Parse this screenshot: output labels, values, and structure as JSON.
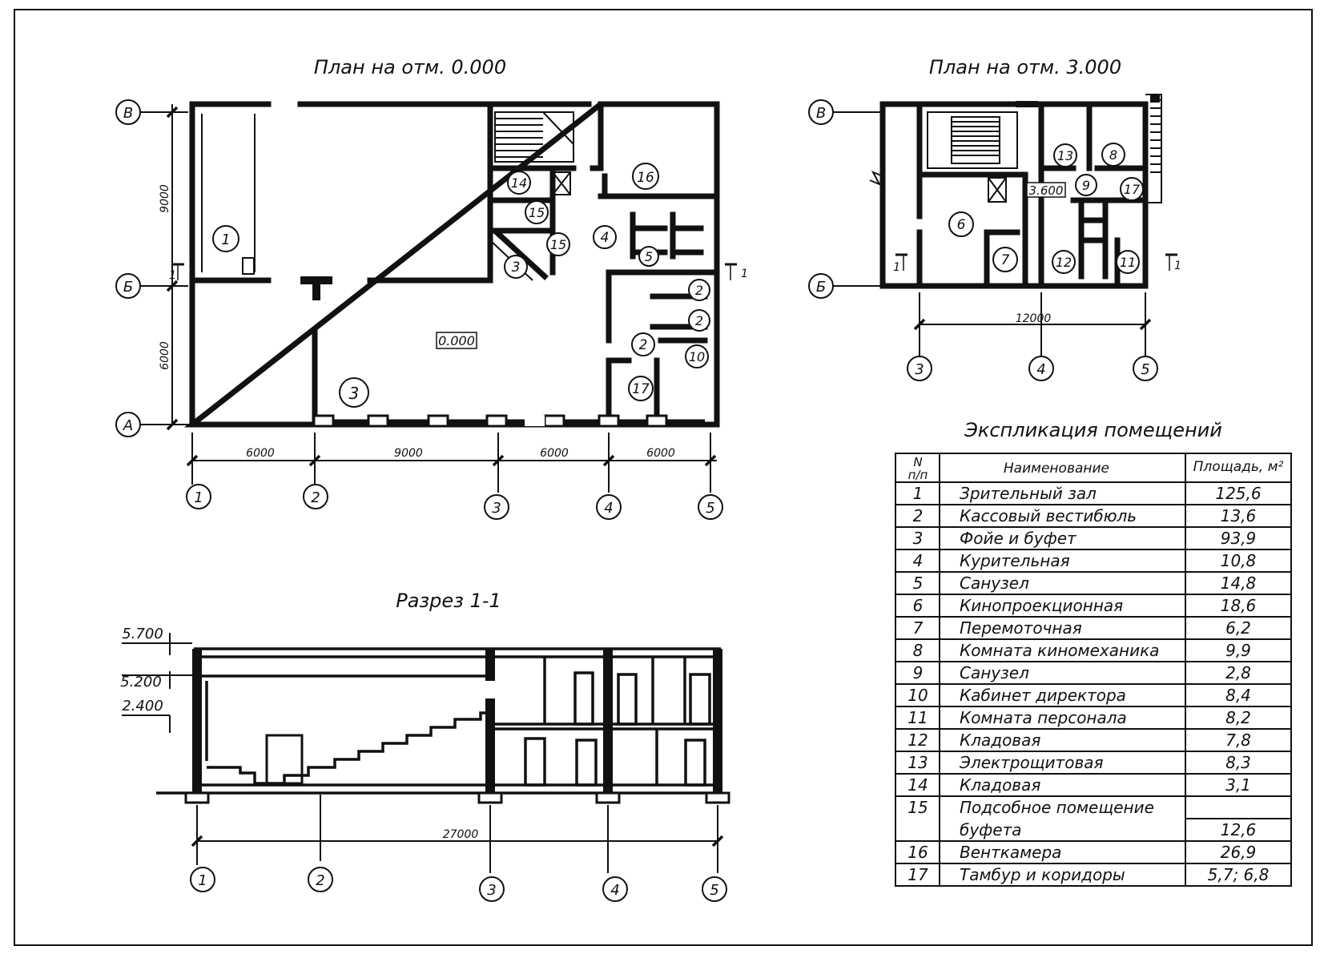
{
  "plan_ground": {
    "title": "План на отм. 0.000",
    "axes_h": [
      "В",
      "Б",
      "А"
    ],
    "axes_v": [
      "1",
      "2",
      "3",
      "4",
      "5"
    ],
    "dims_bottom": [
      "6000",
      "9000",
      "6000",
      "6000"
    ],
    "dims_left": [
      "9000",
      "6000"
    ],
    "level": "0.000",
    "section_mark": "1",
    "rooms": [
      "1",
      "3",
      "3",
      "4",
      "5",
      "2",
      "2",
      "2",
      "10",
      "17",
      "14",
      "15",
      "15",
      "16"
    ]
  },
  "plan_upper": {
    "title": "План на отм. 3.000",
    "axes_h": [
      "В",
      "Б"
    ],
    "axes_v": [
      "3",
      "4",
      "5"
    ],
    "dim_bottom": "12000",
    "level": "3.600",
    "section_mark": "1",
    "rooms": [
      "13",
      "8",
      "9",
      "17",
      "6",
      "7",
      "12",
      "11"
    ]
  },
  "section": {
    "title": "Разрез 1-1",
    "levels": [
      "5.700",
      "5.200",
      "2.400"
    ],
    "axes_v": [
      "1",
      "2",
      "3",
      "4",
      "5"
    ],
    "dim_total": "27000"
  },
  "explication": {
    "title": "Экспликация помещений",
    "headers": {
      "num_line1": "N",
      "num_line2": "п/п",
      "name": "Наименование",
      "area": "Площадь, м²"
    },
    "rows": [
      {
        "num": "1",
        "name": "Зрительный зал",
        "area": "125,6"
      },
      {
        "num": "2",
        "name": "Кассовый вестибюль",
        "area": "13,6"
      },
      {
        "num": "3",
        "name": "Фойе и буфет",
        "area": "93,9"
      },
      {
        "num": "4",
        "name": "Курительная",
        "area": "10,8"
      },
      {
        "num": "5",
        "name": "Санузел",
        "area": "14,8"
      },
      {
        "num": "6",
        "name": "Кинопроекционная",
        "area": "18,6"
      },
      {
        "num": "7",
        "name": "Перемоточная",
        "area": "6,2"
      },
      {
        "num": "8",
        "name": "Комната киномеханика",
        "area": "9,9"
      },
      {
        "num": "9",
        "name": "Санузел",
        "area": "2,8"
      },
      {
        "num": "10",
        "name": "Кабинет директора",
        "area": "8,4"
      },
      {
        "num": "11",
        "name": "Комната персонала",
        "area": "8,2"
      },
      {
        "num": "12",
        "name": "Кладовая",
        "area": "7,8"
      },
      {
        "num": "13",
        "name": "Электрощитовая",
        "area": "8,3"
      },
      {
        "num": "14",
        "name": "Кладовая",
        "area": "3,1"
      },
      {
        "num": "15",
        "name": "Подсобное помещение",
        "area": ""
      },
      {
        "num": "",
        "name": "буфета",
        "area": "12,6"
      },
      {
        "num": "16",
        "name": "Венткамера",
        "area": "26,9"
      },
      {
        "num": "17",
        "name": "Тамбур и коридоры",
        "area": "5,7; 6,8"
      }
    ]
  }
}
